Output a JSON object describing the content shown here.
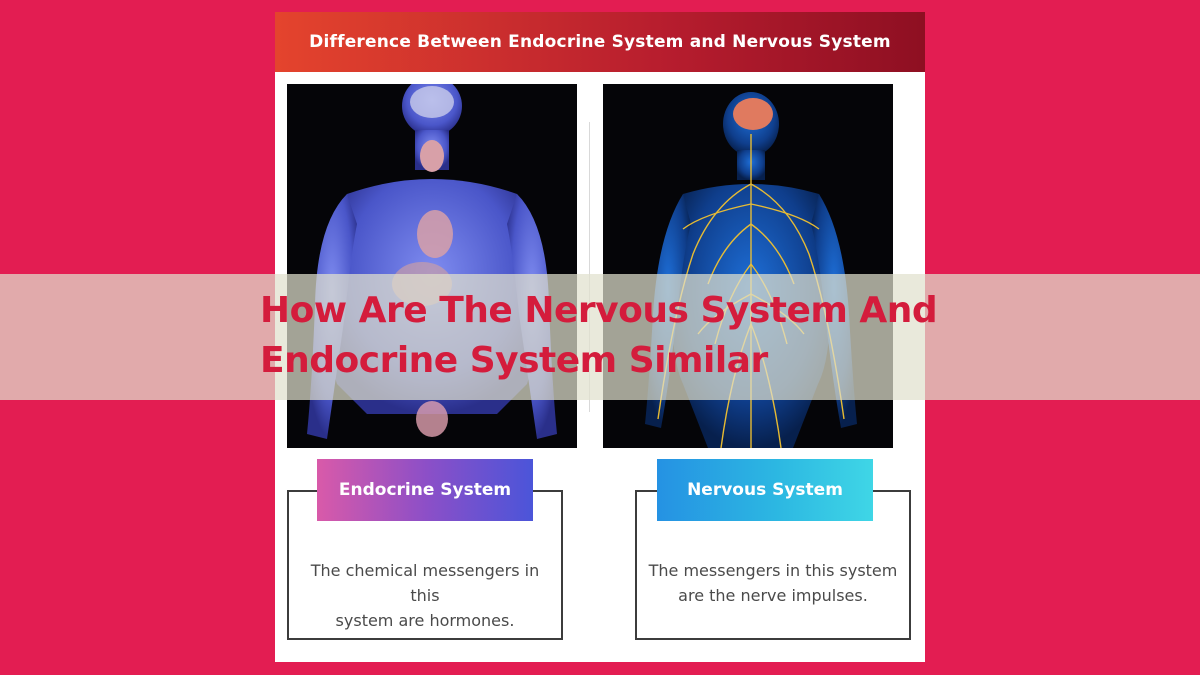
{
  "header": {
    "title": "Difference Between Endocrine System and Nervous System"
  },
  "left": {
    "label": "Endocrine System",
    "description_line1": "The chemical messengers in this",
    "description_line2": "system are hormones."
  },
  "right": {
    "label": "Nervous System",
    "description_line1": "The messengers in this system",
    "description_line2": "are the nerve impulses."
  },
  "overlay": {
    "line1": "How Are The Nervous System And",
    "line2": "Endocrine System Similar"
  },
  "colors": {
    "page_background": "#e31d52",
    "overlay_text": "#d41c3c",
    "header_gradient_start": "#e4442d",
    "header_gradient_end": "#8e0f22",
    "endocrine_body": "#4b5fd6",
    "nerve_lines": "#f2c230"
  }
}
